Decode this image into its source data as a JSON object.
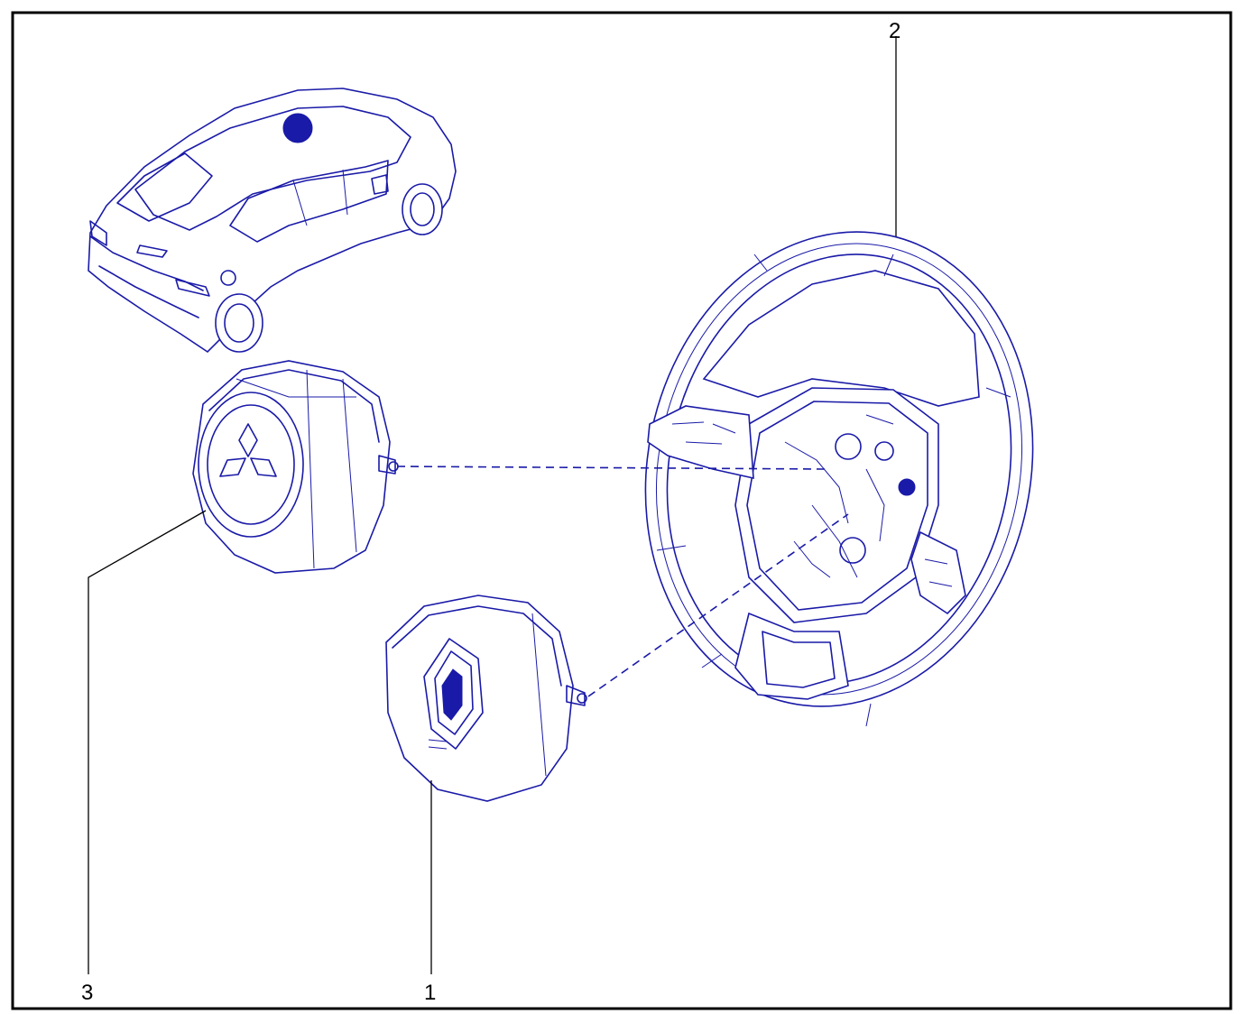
{
  "diagram": {
    "frame_color": "#000000",
    "line_color": "#1a1aa8",
    "callouts": [
      {
        "id": "1",
        "label": "1"
      },
      {
        "id": "2",
        "label": "2"
      },
      {
        "id": "3",
        "label": "3"
      }
    ],
    "parts": [
      {
        "callout": "1",
        "icon": "diamond-logo-airbag-icon"
      },
      {
        "callout": "2",
        "icon": "steering-wheel-icon"
      },
      {
        "callout": "3",
        "icon": "three-diamond-logo-airbag-icon"
      }
    ]
  }
}
